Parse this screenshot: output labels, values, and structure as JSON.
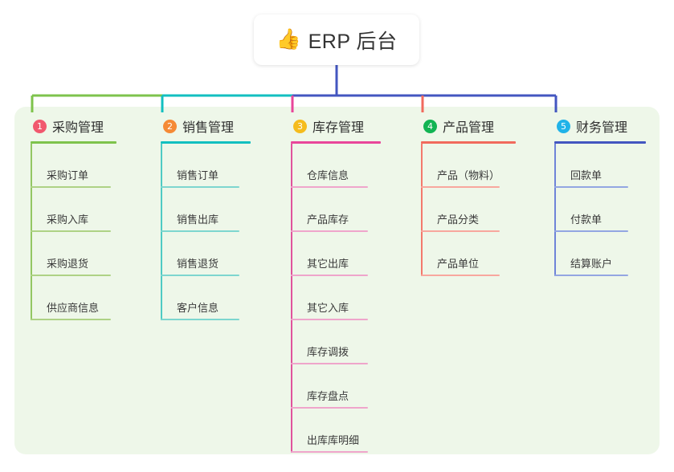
{
  "root": {
    "emoji": "👍",
    "emoji_name": "thumbs-up-icon",
    "title": "ERP 后台"
  },
  "palette": {
    "panel_background": "#eef7e9",
    "page_background": "#ffffff",
    "root_card": "#ffffff",
    "root_connector": "#4356c0",
    "text": "#333333"
  },
  "branches": [
    {
      "number": "1",
      "title": "采购管理",
      "badge_color": "#f1586e",
      "rule_color": "#7ec34c",
      "spine_color": "#93c763",
      "item_rule_color": "#aed285",
      "wire_color": "#7ec34c",
      "items": [
        "采购订单",
        "采购入库",
        "采购退货",
        "供应商信息"
      ]
    },
    {
      "number": "2",
      "title": "销售管理",
      "badge_color": "#f58a35",
      "rule_color": "#12bfc0",
      "spine_color": "#4ecbc4",
      "item_rule_color": "#7dd6cf",
      "wire_color": "#12bfc0",
      "items": [
        "销售订单",
        "销售出库",
        "销售退货",
        "客户信息"
      ]
    },
    {
      "number": "3",
      "title": "库存管理",
      "badge_color": "#f5bc1d",
      "rule_color": "#e8469a",
      "spine_color": "#e0539c",
      "item_rule_color": "#efa5cb",
      "wire_color": "#e8469a",
      "items": [
        "仓库信息",
        "产品库存",
        "其它出库",
        "其它入库",
        "库存调拨",
        "库存盘点",
        "出库库明细"
      ]
    },
    {
      "number": "4",
      "title": "产品管理",
      "badge_color": "#12b453",
      "rule_color": "#f16a5d",
      "spine_color": "#f4796c",
      "item_rule_color": "#f8a79e",
      "wire_color": "#f16a5d",
      "items": [
        "产品（物料）",
        "产品分类",
        "产品单位"
      ]
    },
    {
      "number": "5",
      "title": "财务管理",
      "badge_color": "#21b3e8",
      "rule_color": "#4356c0",
      "spine_color": "#6f84d8",
      "item_rule_color": "#93a6e2",
      "wire_color": "#4356c0",
      "items": [
        "回款单",
        "付款单",
        "结算账户"
      ]
    }
  ]
}
